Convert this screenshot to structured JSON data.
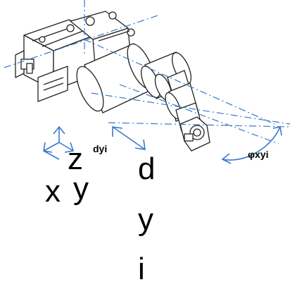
{
  "labels": {
    "axis_z": "z",
    "axis_x": "x",
    "axis_y": "y",
    "offset_small": "dyi",
    "offset_large": [
      "d",
      "y",
      "i"
    ],
    "angle": "φxyi"
  },
  "colors": {
    "drawing_line": "#222222",
    "centerline": "#3a78d0",
    "arrow": "#3a78d0",
    "text": "#000000"
  }
}
